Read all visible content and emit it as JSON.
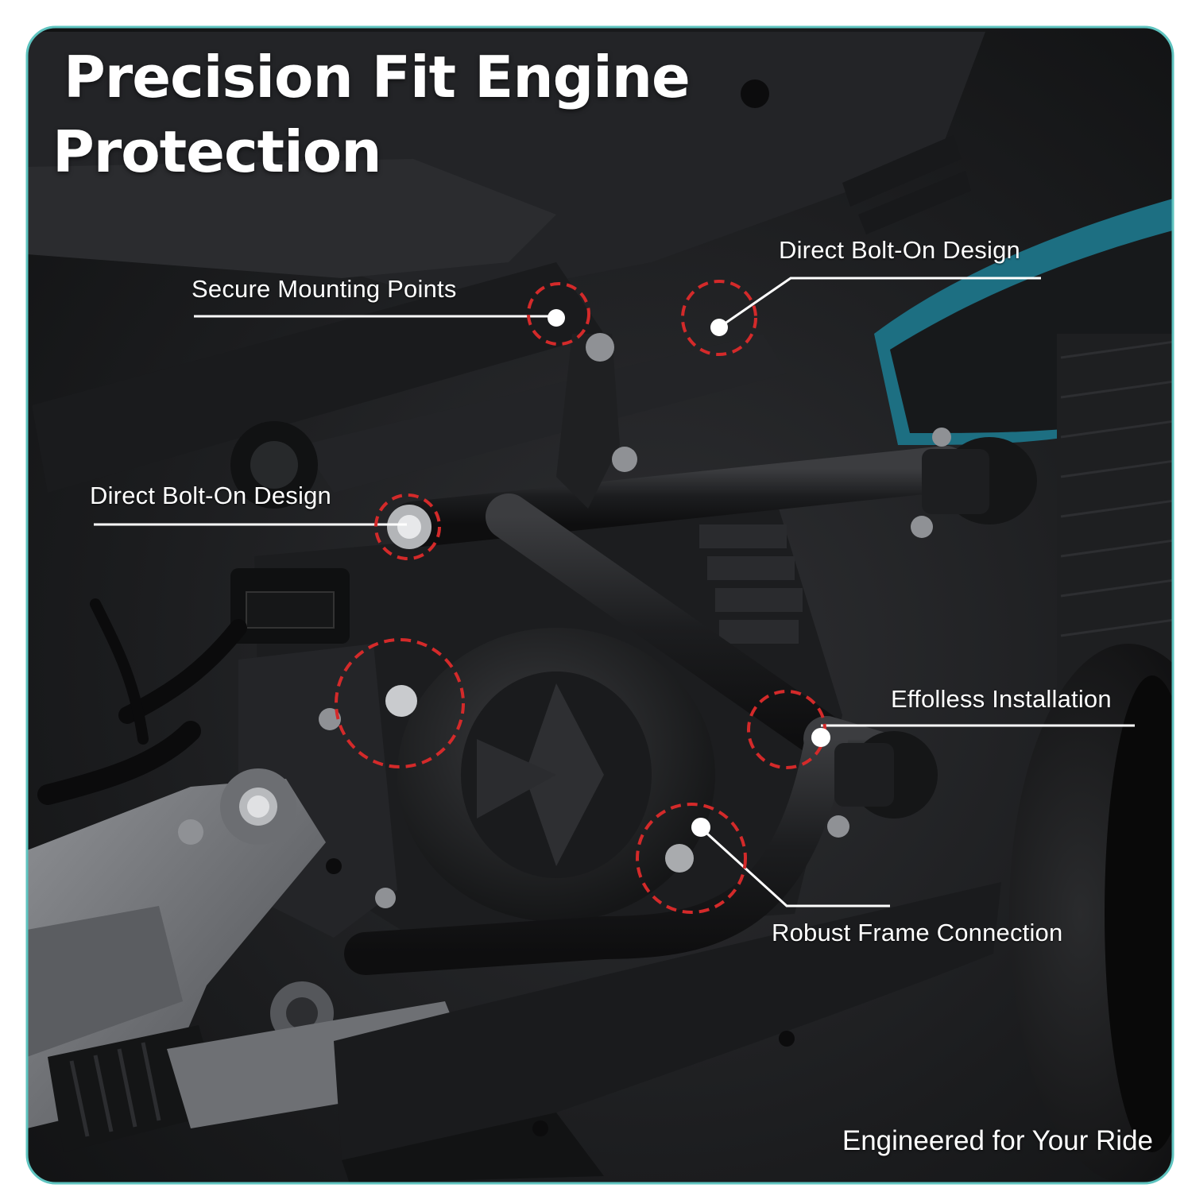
{
  "title": {
    "line1": "Precision Fit Engine",
    "line2": "Protection"
  },
  "callouts": {
    "secure_mounting": "Secure Mounting Points",
    "bolt_on_right": "Direct Bolt-On Design",
    "bolt_on_left": "Direct Bolt-On Design",
    "effortless_install": "Effolless Installation",
    "robust_frame": "Robust Frame Connection"
  },
  "tagline": "Engineered for Your Ride",
  "colors": {
    "frame_border": "#5fc4c0",
    "marker_ring": "#d42a2a",
    "accent_fairing": "#1d6f82",
    "text": "#ffffff"
  }
}
